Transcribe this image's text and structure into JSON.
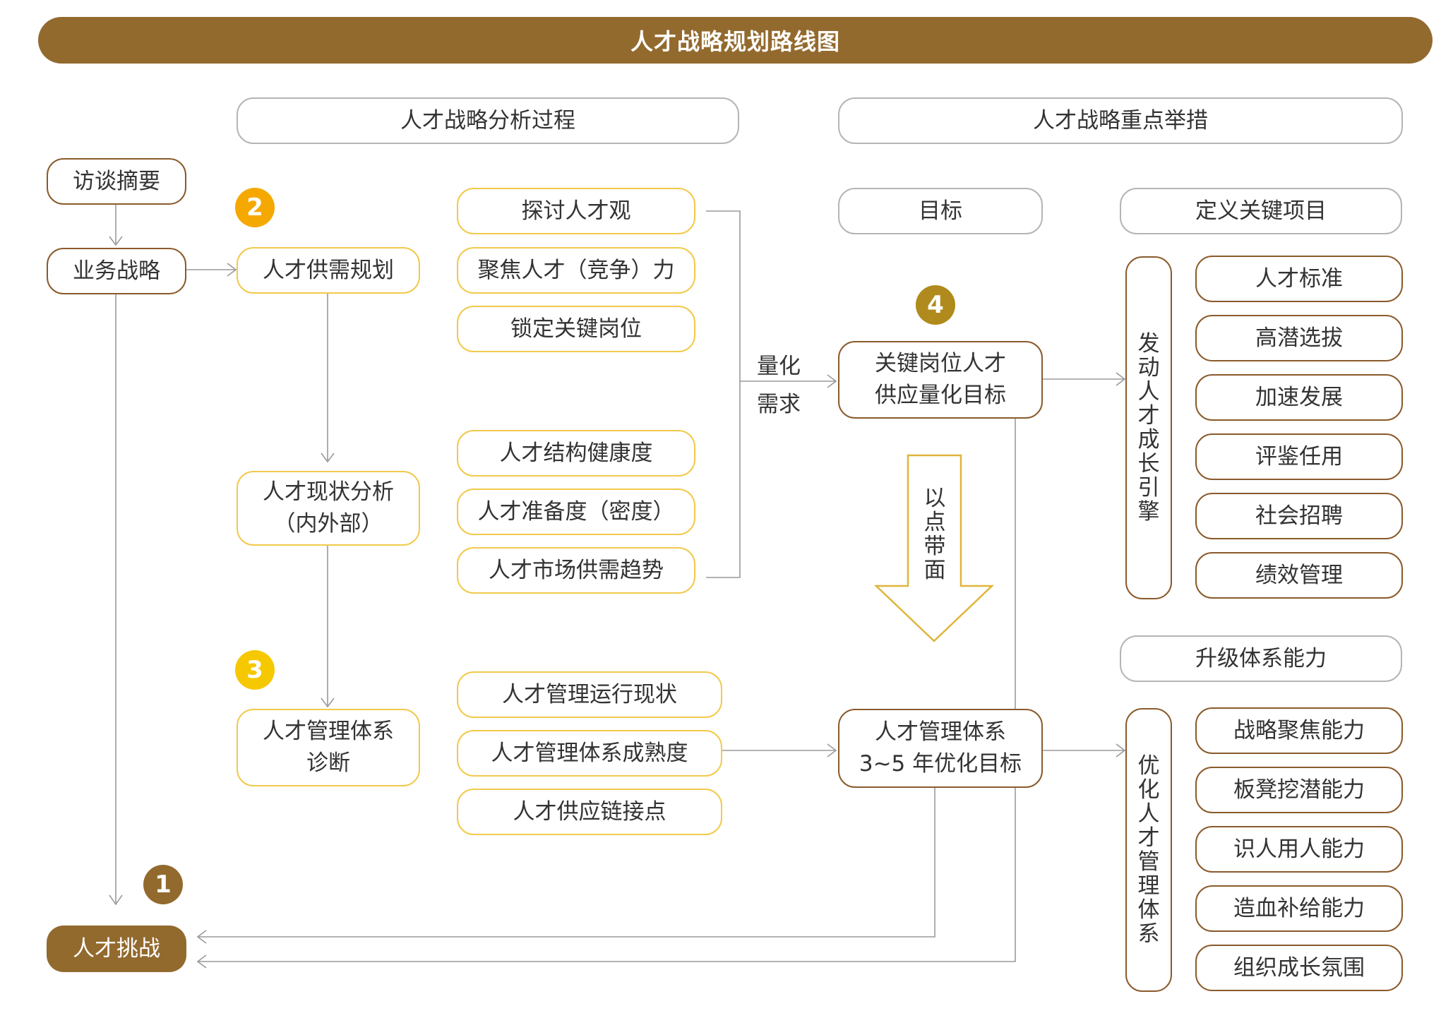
{
  "title": "人才战略规划路线图",
  "headers": {
    "analysis": "人才战略分析过程",
    "measures": "人才战略重点举措"
  },
  "left": {
    "interview": "访谈摘要",
    "business": "业务战略",
    "challenge": "人才挑战"
  },
  "badges": {
    "b1": "1",
    "b2": "2",
    "b3": "3",
    "b4": "4"
  },
  "process": {
    "supply_demand": "人才供需规划",
    "status_line1": "人才现状分析",
    "status_line2": "（内外部）",
    "diagnosis_line1": "人才管理体系",
    "diagnosis_line2": "诊断"
  },
  "details": {
    "group1": [
      "探讨人才观",
      "聚焦人才（竞争）力",
      "锁定关键岗位"
    ],
    "group2": [
      "人才结构健康度",
      "人才准备度（密度）",
      "人才市场供需趋势"
    ],
    "group3": [
      "人才管理运行现状",
      "人才管理体系成熟度",
      "人才供应链接点"
    ]
  },
  "quantify": {
    "line1": "量化",
    "line2": "需求"
  },
  "goals": {
    "header": "目标",
    "key_line1": "关键岗位人才",
    "key_line2": "供应量化目标",
    "system_line1": "人才管理体系",
    "system_line2": "3~5 年优化目标"
  },
  "point_to_surface": [
    "以",
    "点",
    "带",
    "面"
  ],
  "projects": {
    "header": "定义关键项目",
    "engine": [
      "发",
      "动",
      "人",
      "才",
      "成",
      "长",
      "引",
      "擎"
    ],
    "items": [
      "人才标准",
      "高潜选拔",
      "加速发展",
      "评鉴任用",
      "社会招聘",
      "绩效管理"
    ]
  },
  "capability": {
    "header": "升级体系能力",
    "optimize": [
      "优",
      "化",
      "人",
      "才",
      "管",
      "理",
      "体",
      "系"
    ],
    "items": [
      "战略聚焦能力",
      "板凳挖潜能力",
      "识人用人能力",
      "造血补给能力",
      "组织成长氛围"
    ]
  },
  "colors": {
    "brown": "#936a2e",
    "border_brown": "#8a5a2b",
    "yellow": "#f2c94c",
    "orange": "#f5a800",
    "gray": "#b5b5b5"
  }
}
